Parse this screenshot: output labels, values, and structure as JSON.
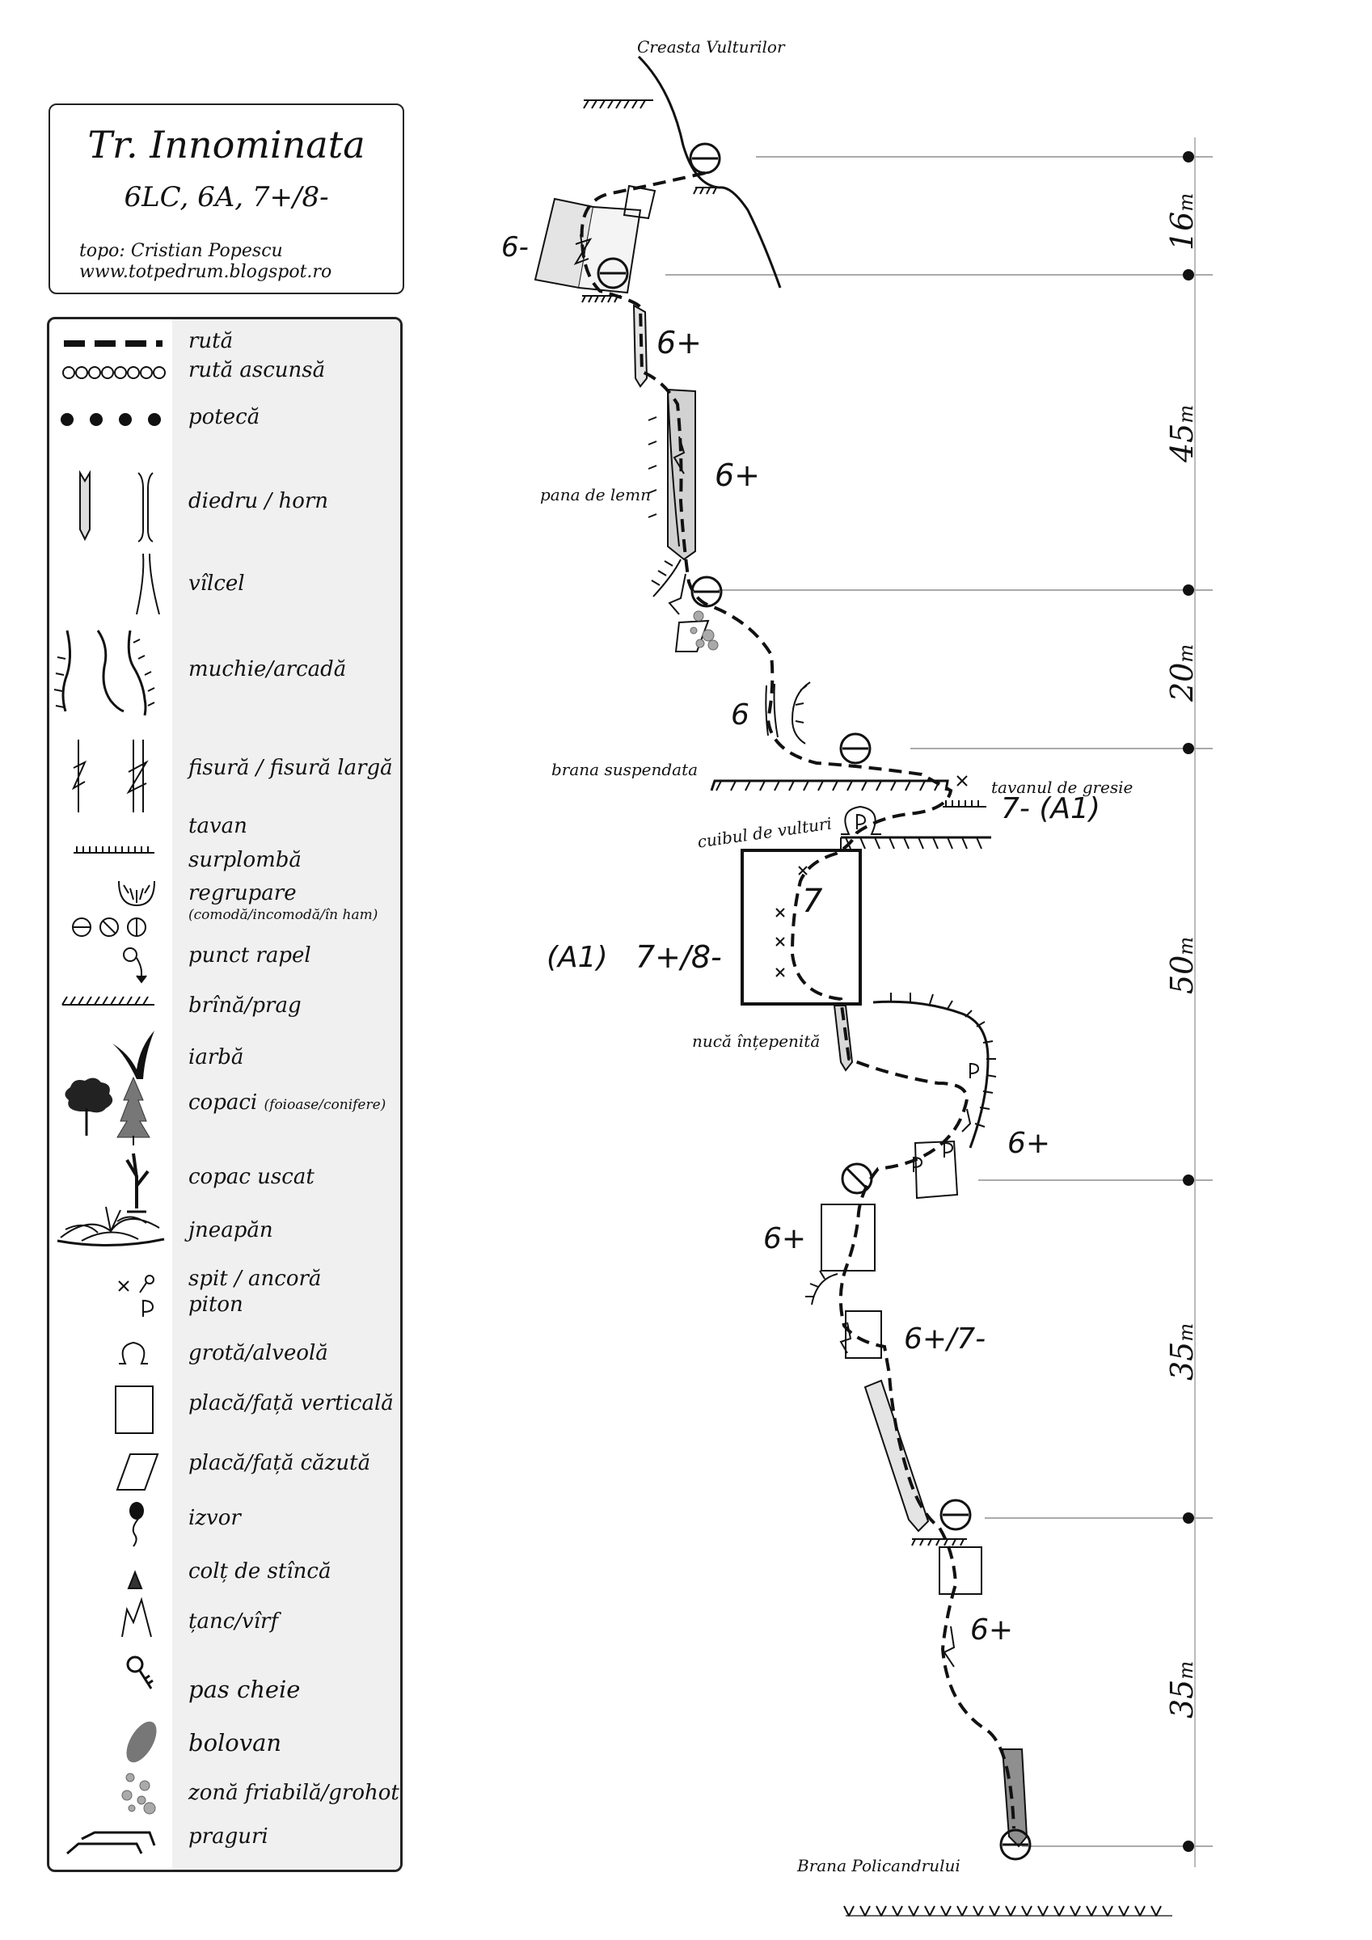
{
  "header": {
    "title": "Tr. Innominata",
    "grade": "6LC, 6A, 7+/8-",
    "credit_line1": "topo: Cristian Popescu",
    "credit_line2": "www.totpedrum.blogspot.ro"
  },
  "legend": [
    {
      "id": "ruta",
      "label": "rută",
      "icon": "dashed-line-icon"
    },
    {
      "id": "ruta-ascunsa",
      "label": "rută ascunsă",
      "icon": "circle-chain-icon"
    },
    {
      "id": "poteca",
      "label": "potecă",
      "icon": "dot-line-icon"
    },
    {
      "id": "diedru",
      "label": "diedru  /  horn",
      "icon": "dihedral-chimney-icon"
    },
    {
      "id": "vilcel",
      "label": "vîlcel",
      "icon": "gully-icon"
    },
    {
      "id": "muchie",
      "label": "muchie/arcadă",
      "icon": "edge-arch-icon"
    },
    {
      "id": "fisura",
      "label": "fisură  /  fisură largă",
      "icon": "crack-icon"
    },
    {
      "id": "tavan",
      "label": "tavan",
      "icon": "roof-icon"
    },
    {
      "id": "surplomba",
      "label": "surplombă",
      "icon": "overhang-icon"
    },
    {
      "id": "regrupare",
      "label": "regrupare",
      "sub": "(comodă/incomodă/în ham)",
      "icon": "belay-icons"
    },
    {
      "id": "rapel",
      "label": "punct rapel",
      "icon": "rappel-icon"
    },
    {
      "id": "brina",
      "label": "brînă/prag",
      "icon": "ledge-icon"
    },
    {
      "id": "iarba",
      "label": "iarbă",
      "icon": "grass-icon"
    },
    {
      "id": "copaci",
      "label": "copaci",
      "sub": "(foioase/conifere)",
      "icon": "trees-icon"
    },
    {
      "id": "copac-uscat",
      "label": "copac uscat",
      "icon": "dead-tree-icon"
    },
    {
      "id": "jneapan",
      "label": "jneapăn",
      "icon": "dwarf-pine-icon"
    },
    {
      "id": "spit",
      "label": "spit / ancoră",
      "icon": "bolt-anchor-icon"
    },
    {
      "id": "piton",
      "label": "piton",
      "icon": "piton-icon"
    },
    {
      "id": "grota",
      "label": "grotă/alveolă",
      "icon": "cave-icon"
    },
    {
      "id": "placa-verticala",
      "label": "placă/față verticală",
      "icon": "vertical-slab-icon"
    },
    {
      "id": "placa-cazuta",
      "label": "placă/față căzută",
      "icon": "slab-icon"
    },
    {
      "id": "izvor",
      "label": "izvor",
      "icon": "spring-icon"
    },
    {
      "id": "colt",
      "label": "colț de stîncă",
      "icon": "rock-spike-icon"
    },
    {
      "id": "tanc",
      "label": "țanc/vîrf",
      "icon": "pinnacle-icon"
    },
    {
      "id": "pas-cheie",
      "label": "pas cheie",
      "icon": "key-icon"
    },
    {
      "id": "bolovan",
      "label": "bolovan",
      "icon": "boulder-icon"
    },
    {
      "id": "zona-friabila",
      "label": "zonă friabilă/grohotiș",
      "icon": "scree-icon"
    },
    {
      "id": "praguri",
      "label": "praguri",
      "icon": "steps-icon"
    }
  ],
  "topo": {
    "top_label": "Creasta Vulturilor",
    "bottom_label": "Brana Policandrului",
    "features": {
      "pana": "pana de lemn",
      "brana": "brana suspendata",
      "tavanul": "tavanul de gresie",
      "cuibul": "cuibul de vulturi",
      "nuca": "nucă înțepenită"
    },
    "grades": {
      "p1": "6-",
      "p2a": "6+",
      "p2b": "6+",
      "p3": "6",
      "roof": "7-  (A1)",
      "box": "7",
      "aid": "(A1)",
      "hard": "7+/8-",
      "p5a": "6+",
      "p5b": "6+",
      "p6": "6+/7-",
      "p7": "6+"
    },
    "distances": [
      {
        "value": "16",
        "unit": "m"
      },
      {
        "value": "45",
        "unit": "m"
      },
      {
        "value": "20",
        "unit": "m"
      },
      {
        "value": "50",
        "unit": "m"
      },
      {
        "value": "35",
        "unit": "m"
      },
      {
        "value": "35",
        "unit": "m"
      }
    ]
  }
}
